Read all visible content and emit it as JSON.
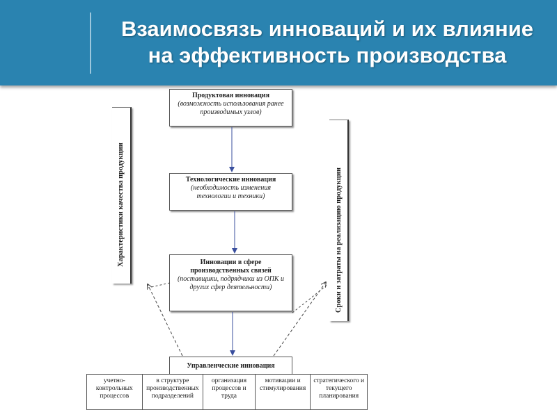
{
  "header": {
    "title": "Взаимосвязь инноваций и их влияние на эффективность производства",
    "background_color": "#2a83b0"
  },
  "diagram": {
    "product": {
      "title": "Продуктовая инновация",
      "subtitle": "(возможность использования ранее производимых узлов)"
    },
    "technological": {
      "title": "Технологические инновация",
      "subtitle": "(необходимость изменения технологии и техники)"
    },
    "production_relations": {
      "title": "Инновации в сфере производственных связей",
      "subtitle": "(поставщики, подрядчики из ОПК и других сфер деятельности)"
    },
    "management": {
      "title": "Управленческие инновация"
    },
    "management_areas": [
      "учетно-контрольных процессов",
      "в структуре производственных подразделений",
      "организация процессов и труда",
      "мотивации и стимулирования",
      "стратегического и текущего планирования"
    ],
    "left_side_label": "Характеристики качества продукции",
    "right_side_label": "Сроки и затраты на реализацию продукции"
  }
}
